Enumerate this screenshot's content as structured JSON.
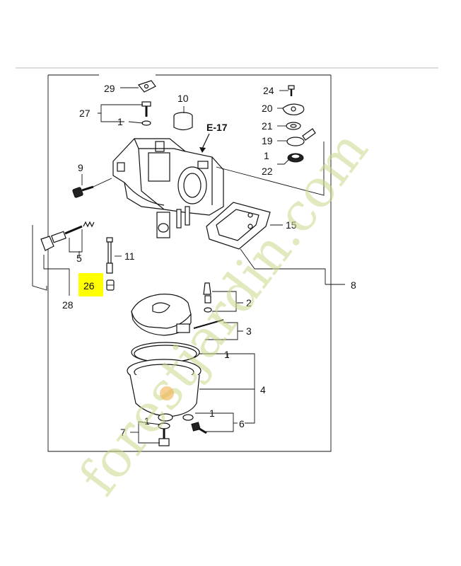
{
  "diagram": {
    "callout_ref": "E-17",
    "highlight_color": "#ffff00",
    "highlighted_part": "26",
    "labels": {
      "p29": "29",
      "p10": "10",
      "p27": "27",
      "p1a": "1",
      "p24": "24",
      "p20": "20",
      "p21": "21",
      "p19": "19",
      "p1b": "1",
      "p22": "22",
      "p9": "9",
      "p15": "15",
      "p5": "5",
      "p11": "11",
      "p26": "26",
      "p28": "28",
      "p8": "8",
      "p2": "2",
      "p3": "3",
      "p1c": "1",
      "p4": "4",
      "p1d": "1",
      "p6": "6",
      "p1e": "1",
      "p7": "7"
    }
  },
  "watermark": {
    "text": "forestjardin.com",
    "color": "#c9d98b",
    "accent_color": "#f2b04b"
  }
}
